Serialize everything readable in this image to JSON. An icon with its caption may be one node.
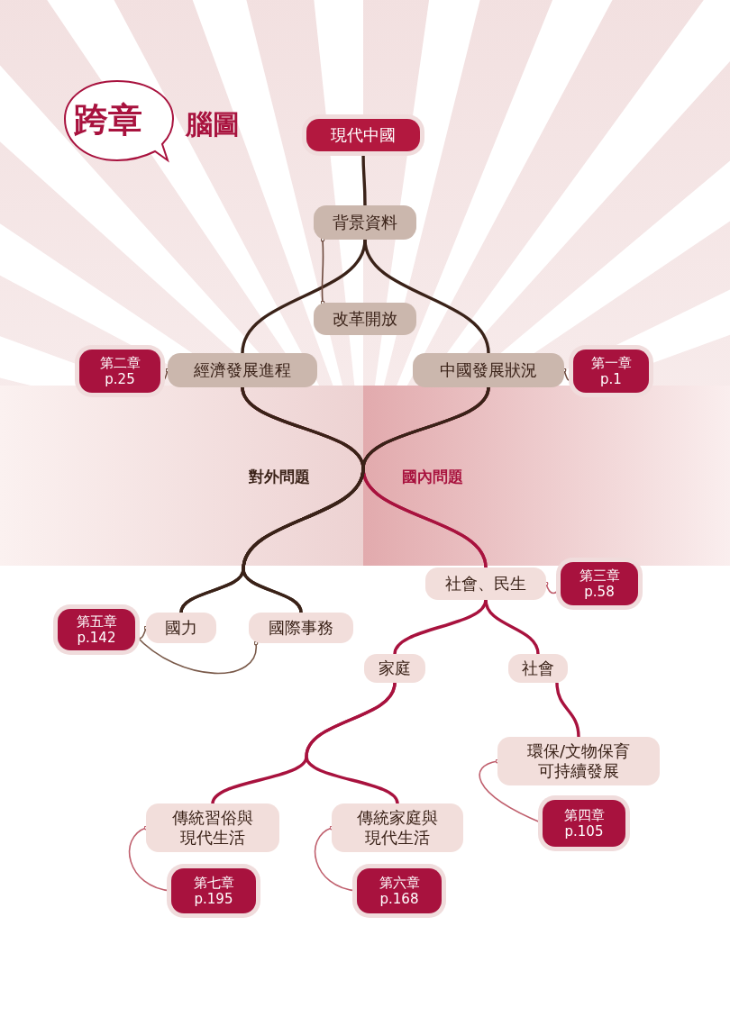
{
  "diagram": {
    "title": "跨章",
    "nodes": [
      {
        "text": [
          "現代中國"
        ]
      },
      {
        "text": [
          "背景資料"
        ]
      },
      {
        "text": [
          "改革開放"
        ]
      },
      {
        "text": [
          "第二章",
          "p.25"
        ]
      },
      {
        "text": [
          "經濟發展進程"
        ]
      },
      {
        "text": [
          "中國發展狀況"
        ]
      },
      {
        "text": [
          "第一章",
          "p.1"
        ]
      },
      {
        "text": [
          "社會、民生"
        ]
      },
      {
        "text": [
          "第三章",
          "p.58"
        ]
      },
      {
        "text": [
          "第五章",
          "p.142"
        ]
      },
      {
        "text": [
          "國力"
        ]
      },
      {
        "text": [
          "國際事務"
        ]
      },
      {
        "text": [
          "家庭"
        ]
      },
      {
        "text": [
          "社會"
        ]
      },
      {
        "text": [
          "環保/文物保育可持續發展"
        ]
      },
      {
        "text": [
          "第四章",
          "p.105"
        ]
      },
      {
        "text": [
          "傳統習俗與現代生活"
        ]
      },
      {
        "text": [
          "傳統家庭與現代生活"
        ]
      },
      {
        "text": [
          "第七章",
          "p.195"
        ]
      },
      {
        "text": [
          "第六章",
          "p.168"
        ]
      }
    ],
    "edges": [
      {
        "from": 0,
        "to": 1,
        "arrow": "none",
        "color": "#3a2218"
      },
      {
        "from": 1,
        "to": 4,
        "arrow": "none",
        "color": "#3a2218"
      },
      {
        "from": 1,
        "to": 5,
        "arrow": "none",
        "color": "#3a2218"
      },
      {
        "from": 4,
        "to": 7,
        "arrow": "none",
        "color": "#a8123e"
      },
      {
        "from": 5,
        "to": 7,
        "arrow": "none",
        "color": "#a8123e"
      },
      {
        "from": 4,
        "to": 10,
        "arrow": "none",
        "color": "#3a2218"
      },
      {
        "from": 4,
        "to": 11,
        "arrow": "none",
        "color": "#3a2218"
      },
      {
        "from": 5,
        "to": 10,
        "arrow": "none",
        "color": "#3a2218"
      },
      {
        "from": 5,
        "to": 11,
        "arrow": "none",
        "color": "#3a2218"
      },
      {
        "from": 7,
        "to": 12,
        "arrow": "none",
        "color": "#a8123e"
      },
      {
        "from": 7,
        "to": 13,
        "arrow": "none",
        "color": "#a8123e"
      },
      {
        "from": 12,
        "to": 16,
        "arrow": "none",
        "color": "#a8123e"
      },
      {
        "from": 12,
        "to": 17,
        "arrow": "none",
        "color": "#a8123e"
      },
      {
        "from": 13,
        "to": 14,
        "arrow": "none",
        "color": "#a8123e"
      },
      {
        "from": 1,
        "to": 2,
        "arrow": "other",
        "color": "#6e4a3e"
      },
      {
        "from": 3,
        "to": 4,
        "arrow": "other",
        "color": "#6e4a3e"
      },
      {
        "from": 5,
        "to": 6,
        "arrow": "other",
        "color": "#6e4a3e"
      },
      {
        "from": 7,
        "to": 8,
        "arrow": "other",
        "color": "#c0606e"
      },
      {
        "from": 9,
        "to": 10,
        "arrow": "other",
        "color": "#7a5a4a"
      },
      {
        "from": 9,
        "to": 11,
        "arrow": "other",
        "color": "#7a5a4a"
      },
      {
        "from": 14,
        "to": 15,
        "arrow": "other",
        "color": "#c0606e"
      },
      {
        "from": 16,
        "to": 18,
        "arrow": "other",
        "color": "#c0606e"
      },
      {
        "from": 17,
        "to": 19,
        "arrow": "other",
        "color": "#c0606e"
      }
    ],
    "labels": [
      "腦圖",
      "對外問題",
      "國內問題"
    ]
  }
}
